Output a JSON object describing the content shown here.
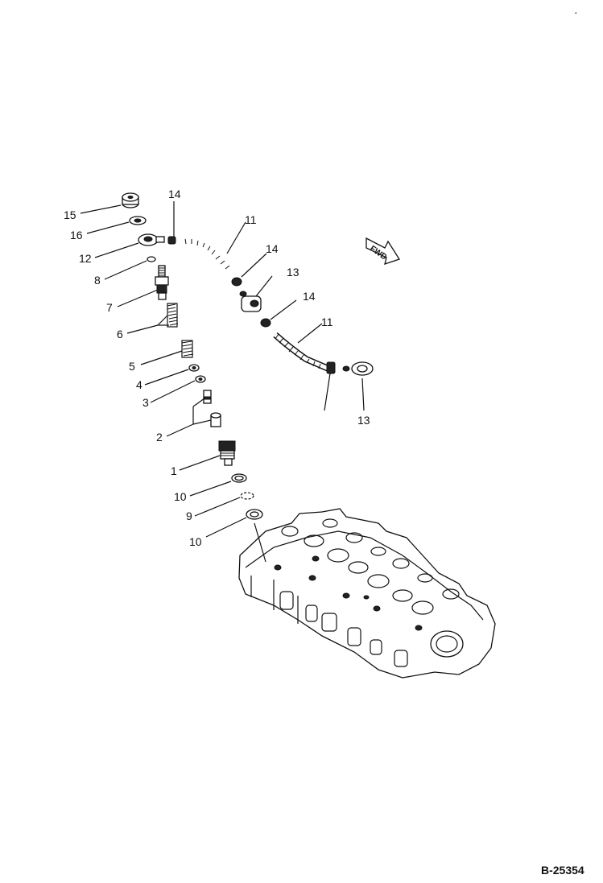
{
  "figure_number": "B-25354",
  "direction_arrow_label": "FWD",
  "callouts": {
    "c15": "15",
    "c16": "16",
    "c12": "12",
    "c8": "8",
    "c7": "7",
    "c6": "6",
    "c5": "5",
    "c4": "4",
    "c3": "3",
    "c2": "2",
    "c1": "1",
    "c10a": "10",
    "c9": "9",
    "c10b": "10",
    "c14a": "14",
    "c11a": "11",
    "c14b": "14",
    "c13a": "13",
    "c14c": "14",
    "c11b": "11",
    "c13b": "13"
  }
}
